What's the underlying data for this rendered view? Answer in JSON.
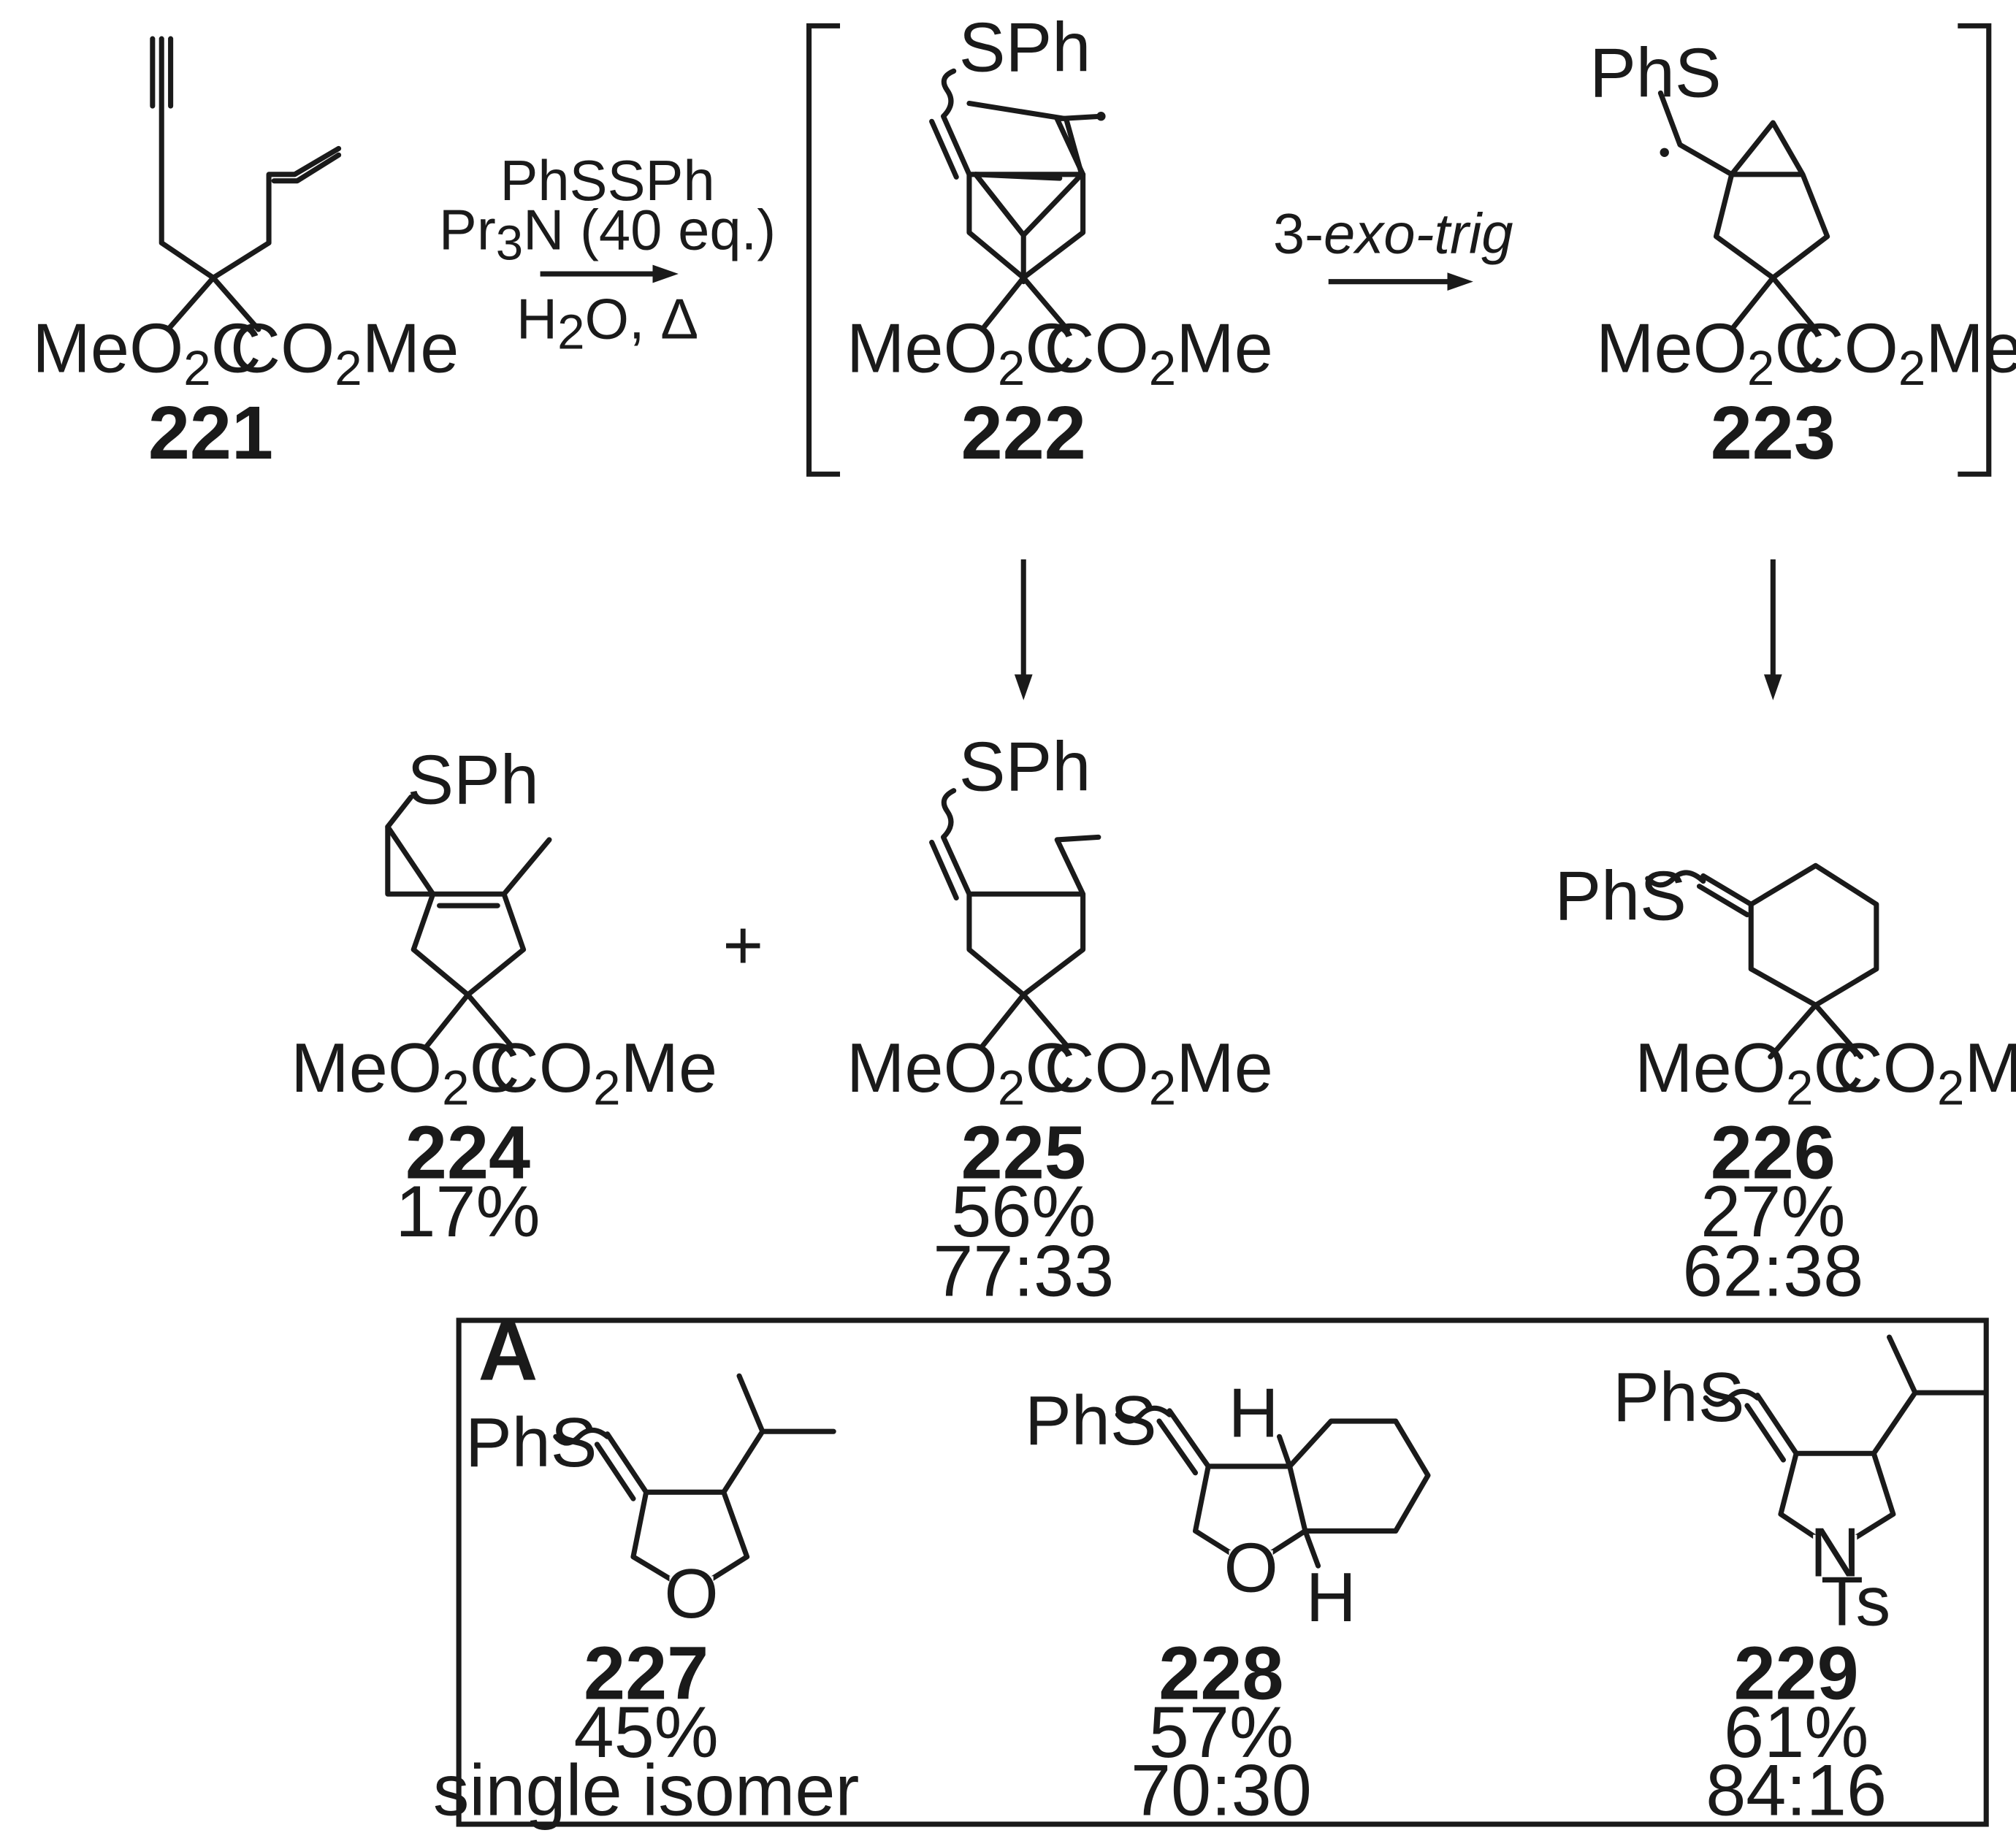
{
  "scheme": {
    "reagents": {
      "line1": "PhSSPh",
      "line2": "Pr3N (40 eq.)",
      "line3": "H2O, Δ"
    },
    "step2": {
      "prefix": "3-",
      "label": "exo-trig"
    },
    "groups": {
      "ester_left": "MeO2C",
      "ester_right": "CO2Me",
      "sph": "SPh",
      "phs": "PhS",
      "O": "O",
      "N": "N",
      "Ts": "Ts",
      "H": "H"
    },
    "compounds": [
      {
        "id": "221"
      },
      {
        "id": "222"
      },
      {
        "id": "223"
      },
      {
        "id": "224",
        "yield": "17%"
      },
      {
        "id": "225",
        "yield": "56%",
        "ratio": "77:33"
      },
      {
        "id": "226",
        "yield": "27%",
        "ratio": "62:38"
      },
      {
        "id": "227",
        "yield": "45%",
        "ratio": "single isomer"
      },
      {
        "id": "228",
        "yield": "57%",
        "ratio": "70:30"
      },
      {
        "id": "229",
        "yield": "61%",
        "ratio": "84:16"
      }
    ],
    "plus": "+",
    "box_label": "A"
  }
}
